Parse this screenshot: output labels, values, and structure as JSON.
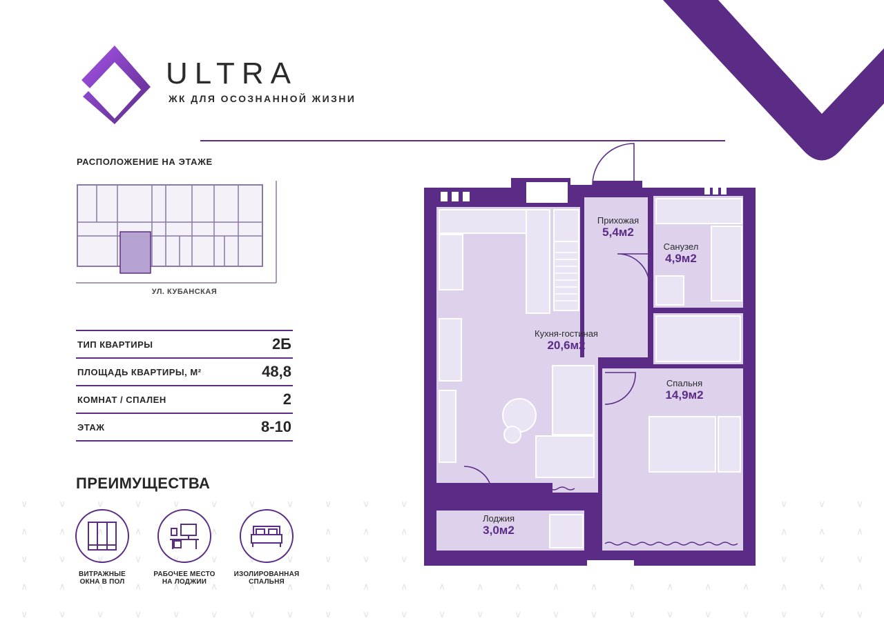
{
  "brand": {
    "name": "ULTRA",
    "tagline": "ЖК ДЛЯ ОСОЗНАННОЙ ЖИЗНИ"
  },
  "floor_location": {
    "title": "РАСПОЛОЖЕНИЕ НА ЭТАЖЕ",
    "street": "УЛ. КУБАНСКАЯ"
  },
  "specs": [
    {
      "label": "ТИП КВАРТИРЫ",
      "value": "2Б"
    },
    {
      "label": "ПЛОЩАДЬ КВАРТИРЫ, М²",
      "value": "48,8"
    },
    {
      "label": "КОМНАТ / СПАЛЕН",
      "value": "2"
    },
    {
      "label": "ЭТАЖ",
      "value": "8-10"
    }
  ],
  "advantages": {
    "title": "ПРЕИМУЩЕСТВА",
    "items": [
      {
        "line1": "ВИТРАЖНЫЕ",
        "line2": "ОКНА В ПОЛ",
        "icon": "window-icon"
      },
      {
        "line1": "РАБОЧЕЕ МЕСТО",
        "line2": "НА ЛОДЖИИ",
        "icon": "workplace-icon"
      },
      {
        "line1": "ИЗОЛИРОВАННАЯ",
        "line2": "СПАЛЬНЯ",
        "icon": "bed-icon"
      }
    ]
  },
  "rooms": {
    "hallway": {
      "name": "Прихожая",
      "area": "5,4м2"
    },
    "bathroom": {
      "name": "Санузел",
      "area": "4,9м2"
    },
    "kitchen": {
      "name": "Кухня-гостиная",
      "area": "20,6м2"
    },
    "bedroom": {
      "name": "Спальня",
      "area": "14,9м2"
    },
    "loggia": {
      "name": "Лоджия",
      "area": "3,0м2"
    }
  },
  "colors": {
    "accent": "#5b2c86",
    "wall": "#5b2c86",
    "room_fill": "#ddd1ec",
    "floor_fill": "#ebe4f4"
  }
}
